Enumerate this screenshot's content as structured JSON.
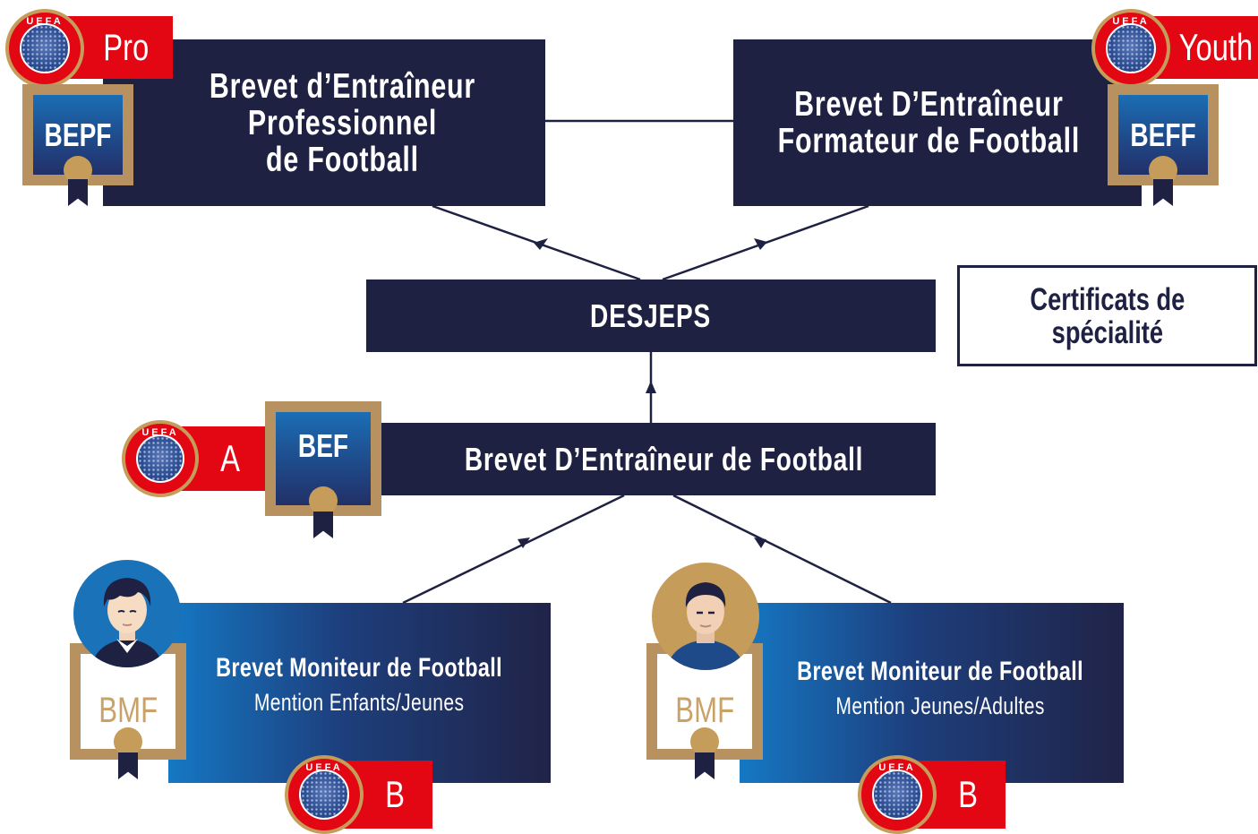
{
  "diagram": {
    "bepf": {
      "title_lines": [
        "Brevet d’Entraîneur",
        "Professionnel",
        "de Football"
      ],
      "diploma": "BEPF",
      "uefa_level": "Pro",
      "uefa_logo_text": "UEFA"
    },
    "beff": {
      "title_lines": [
        "Brevet D’Entraîneur",
        "Formateur de Football"
      ],
      "diploma": "BEFF",
      "uefa_level": "Youth",
      "uefa_logo_text": "UEFA"
    },
    "desjeps": {
      "label": "DESJEPS"
    },
    "certificats": {
      "label_lines": [
        "Certificats de",
        "spécialité"
      ]
    },
    "bef": {
      "label": "Brevet D’Entraîneur de Football",
      "diploma": "BEF",
      "uefa_level": "A",
      "uefa_logo_text": "UEFA"
    },
    "bmf_left": {
      "title": "Brevet Moniteur de Football",
      "mention": "Mention Enfants/Jeunes",
      "diploma": "BMF",
      "uefa_level": "B",
      "uefa_logo_text": "UEFA"
    },
    "bmf_right": {
      "title": "Brevet Moniteur de Football",
      "mention": "Mention Jeunes/Adultes",
      "diploma": "BMF",
      "uefa_level": "B",
      "uefa_logo_text": "UEFA"
    },
    "colors": {
      "navy": "#1f2143",
      "uefa_red": "#e30613",
      "gold": "#b89160",
      "blue": "#1578c4"
    }
  }
}
